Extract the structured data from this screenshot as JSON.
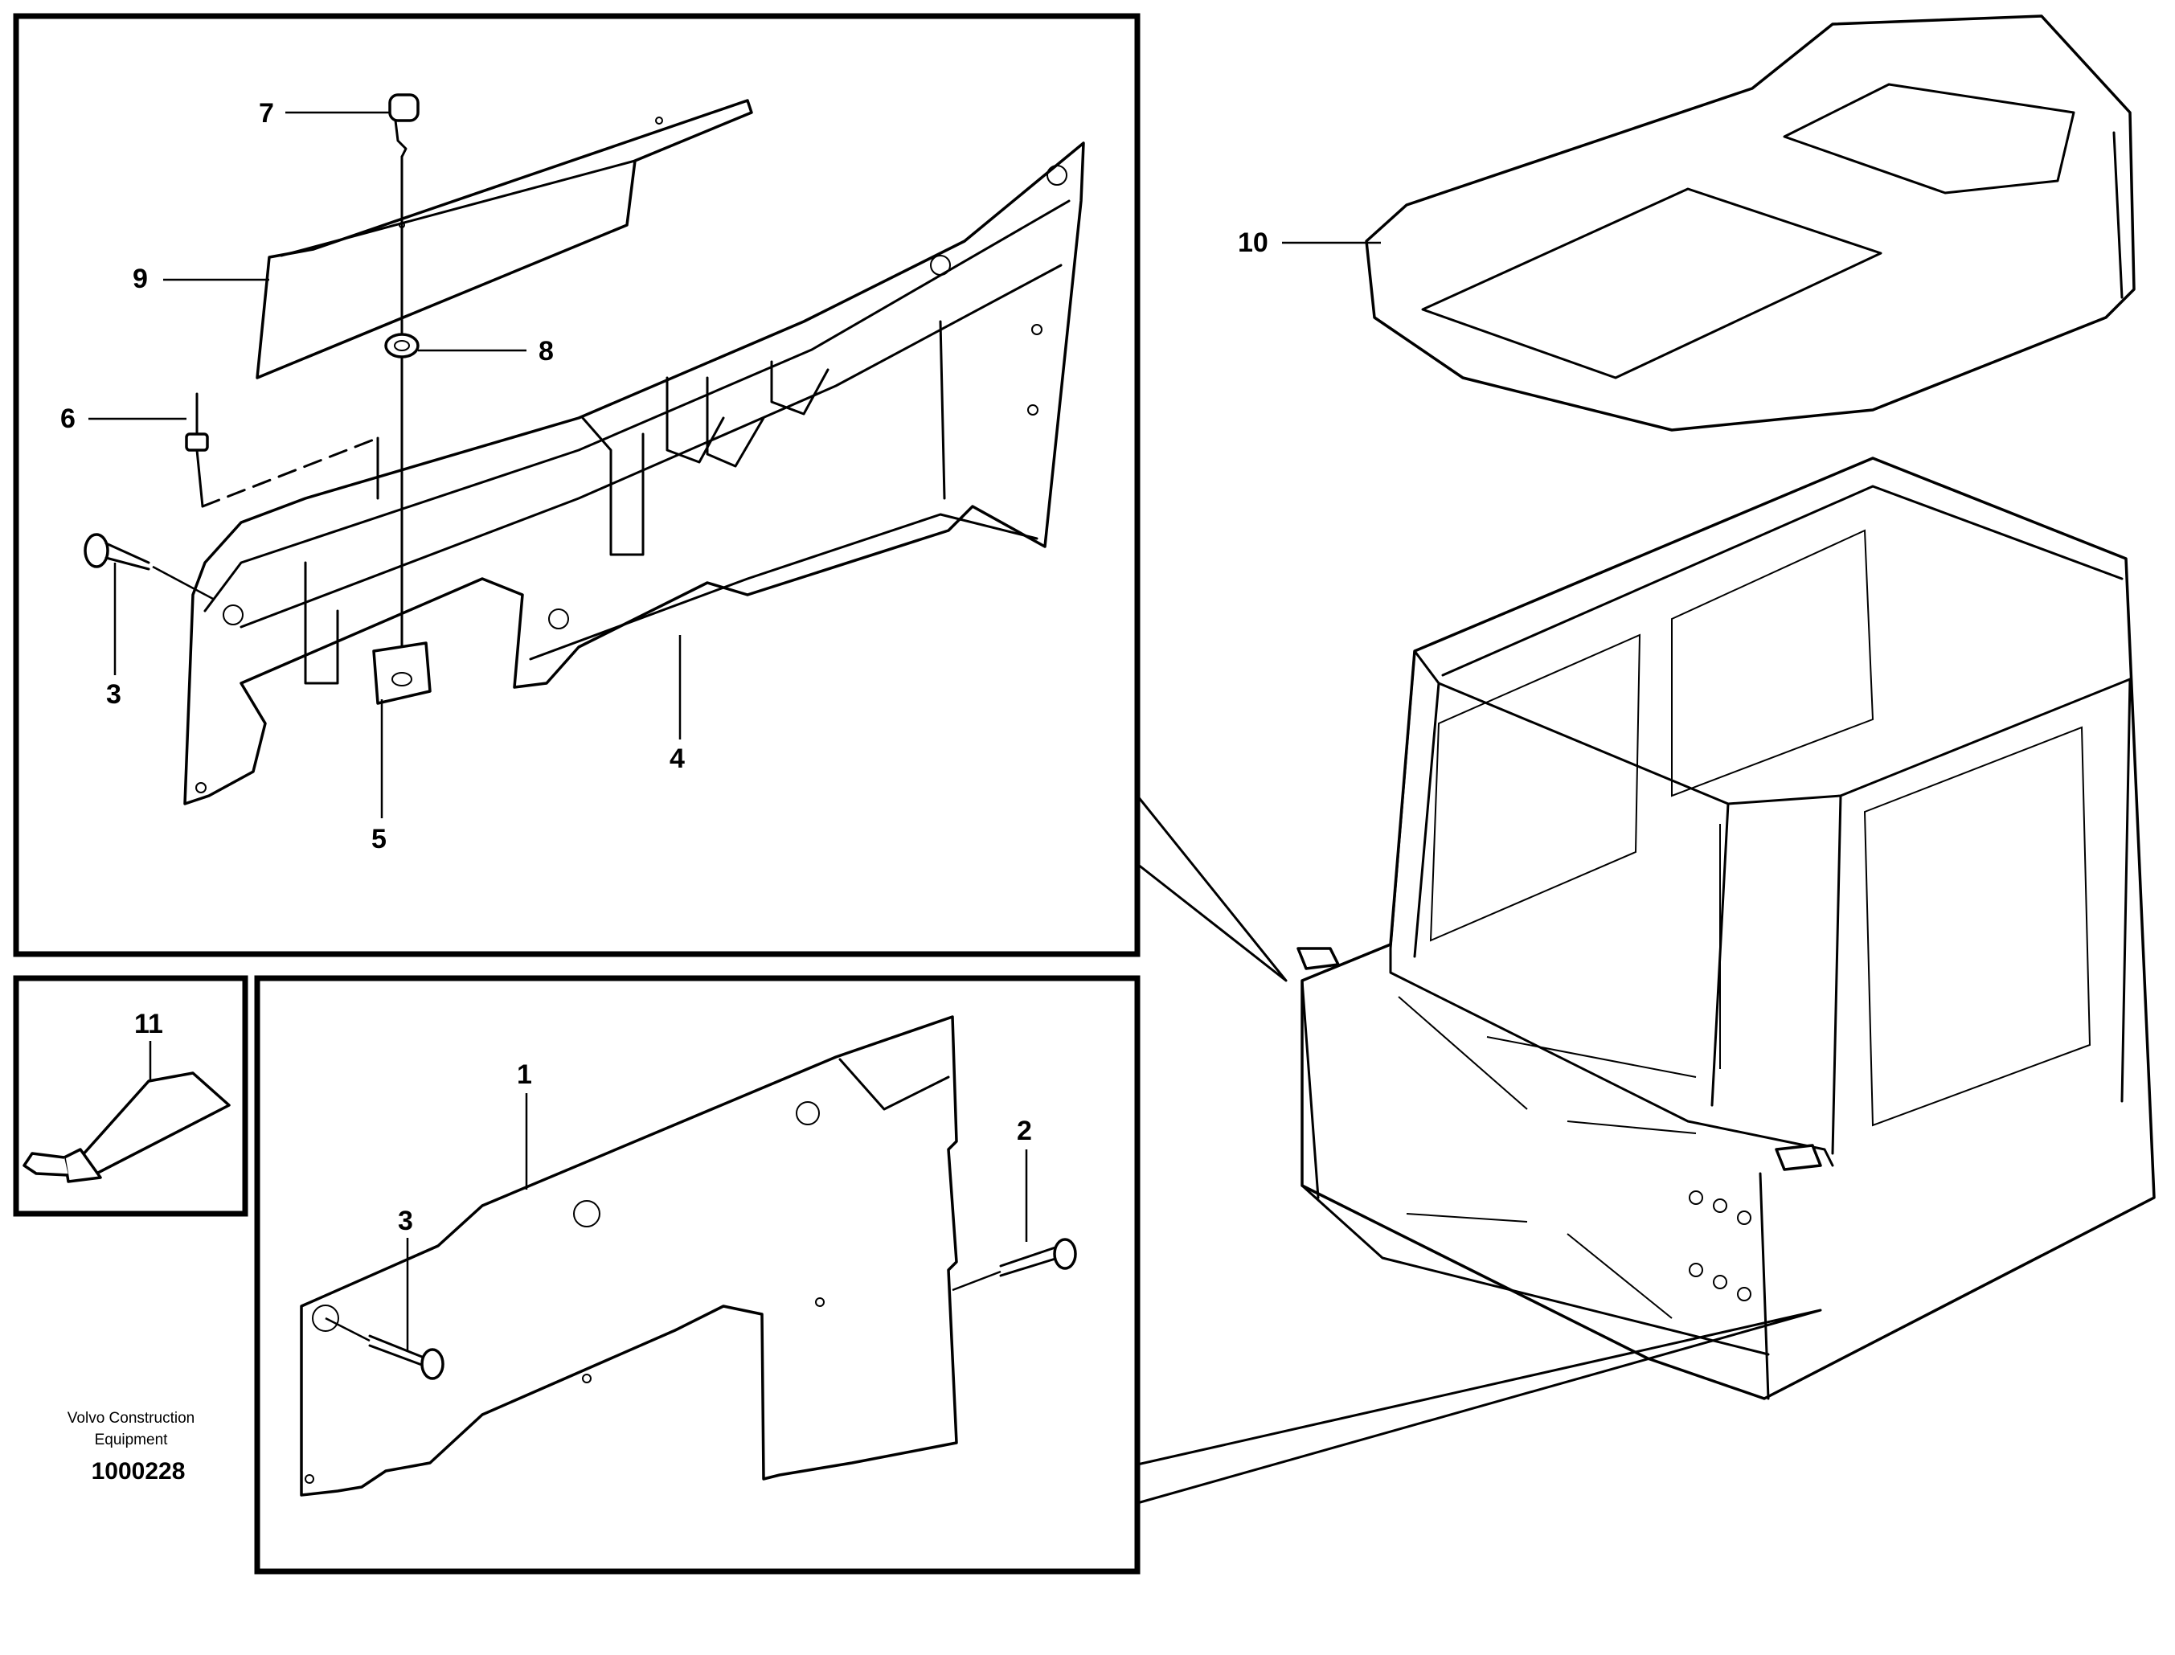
{
  "callouts": {
    "c1": "1",
    "c2": "2",
    "c3a": "3",
    "c3b": "3",
    "c4": "4",
    "c5": "5",
    "c6": "6",
    "c7": "7",
    "c8": "8",
    "c9": "9",
    "c10": "10",
    "c11": "11"
  },
  "caption": {
    "line1": "Volvo Construction",
    "line2": "Equipment",
    "drawing_number": "1000228"
  }
}
